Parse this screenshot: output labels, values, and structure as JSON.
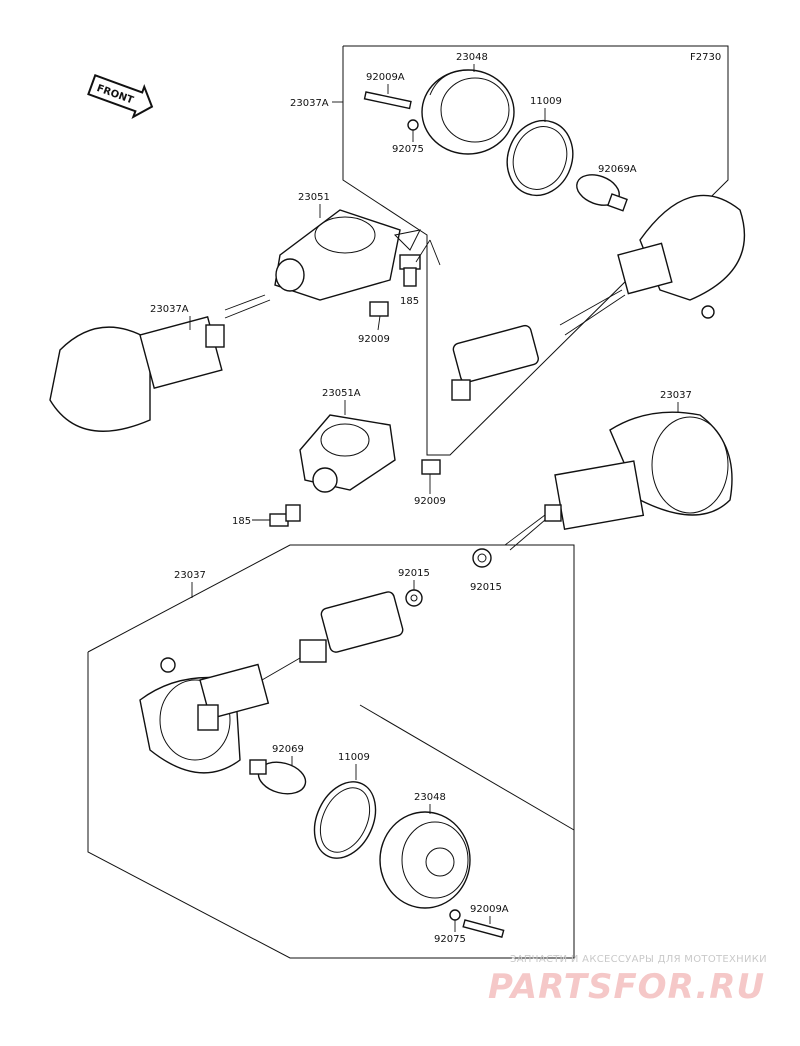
{
  "figure_code": "F2730",
  "front_label": "FRONT",
  "labels": {
    "p23048_top": "23048",
    "p92009A_top": "92009A",
    "p23037A_top": "23037A",
    "p11009_top": "11009",
    "p92075_top": "92075",
    "p92069A": "92069A",
    "p23051": "23051",
    "p185_top": "185",
    "p23037A_left": "23037A",
    "p92009_top": "92009",
    "p23051A": "23051A",
    "p23037_right": "23037",
    "p92009_mid": "92009",
    "p185_mid": "185",
    "p23037_bottom": "23037",
    "p92015_top": "92015",
    "p92015_mid": "92015",
    "p92069": "92069",
    "p11009_bottom": "11009",
    "p23048_bottom": "23048",
    "p92009A_bottom": "92009A",
    "p92075_bottom": "92075"
  },
  "watermark": {
    "line1": "ЗАПЧАСТИ И АКСЕССУАРЫ ДЛЯ МОТОТЕХНИКИ",
    "line2": "PARTSFOR.RU"
  }
}
